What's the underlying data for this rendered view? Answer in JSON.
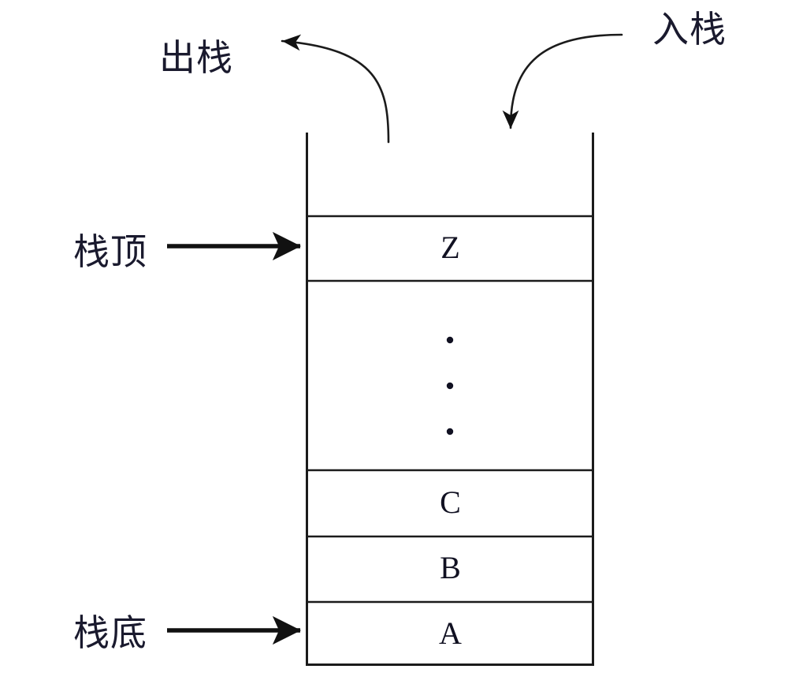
{
  "diagram": {
    "title": "Stack (栈) structure diagram",
    "labels": {
      "pop": "出栈",
      "push": "入栈",
      "stack_top": "栈顶",
      "stack_bottom": "栈底"
    },
    "stack": {
      "cells": [
        {
          "id": "empty-top",
          "value": "",
          "type": "empty"
        },
        {
          "id": "z",
          "value": "Z",
          "type": "filled"
        },
        {
          "id": "ellipsis",
          "value": "⋮",
          "type": "ellipsis"
        },
        {
          "id": "c",
          "value": "C",
          "type": "filled"
        },
        {
          "id": "b",
          "value": "B",
          "type": "filled"
        },
        {
          "id": "a",
          "value": "A",
          "type": "filled"
        }
      ],
      "ellipsis_dots": 3
    },
    "arrows": [
      {
        "name": "pop-arrow",
        "direction": "left",
        "style": "curved",
        "label": "出栈"
      },
      {
        "name": "push-arrow",
        "direction": "down",
        "style": "curved",
        "label": "入栈"
      },
      {
        "name": "stack-top-arrow",
        "direction": "right",
        "style": "straight",
        "label": "栈顶"
      },
      {
        "name": "stack-bottom-arrow",
        "direction": "right",
        "style": "straight",
        "label": "栈底"
      }
    ],
    "colors": {
      "line": "#1b1b1b",
      "text": "#14142a",
      "background": "#ffffff"
    }
  }
}
